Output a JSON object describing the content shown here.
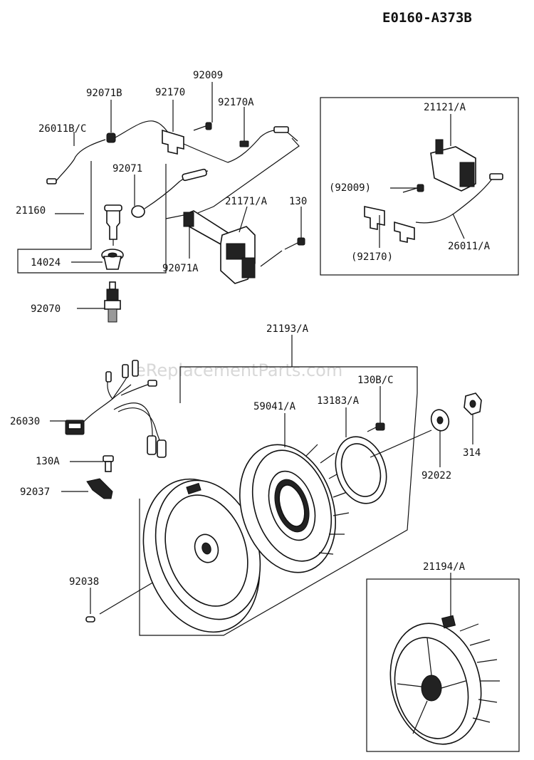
{
  "diagram_code": "E0160-A373B",
  "watermark": "eReplacementParts.com",
  "callouts": {
    "p92071B": "92071B",
    "p92009": "92009",
    "p92170": "92170",
    "p92170A": "92170A",
    "p26011BC": "26011B/C",
    "p92071": "92071",
    "p21160": "21160",
    "p21171A": "21171/A",
    "p130": "130",
    "p14024": "14024",
    "p92071A": "92071A",
    "p92070": "92070",
    "p21121A": "21121/A",
    "p92009b": "(92009)",
    "p92170b": "(92170)",
    "p26011A": "26011/A",
    "p21193A": "21193/A",
    "p26030": "26030",
    "p59041A": "59041/A",
    "p13183A": "13183/A",
    "p130BC": "130B/C",
    "p130A": "130A",
    "p92037": "92037",
    "p92022": "92022",
    "p314": "314",
    "p92038": "92038",
    "p21194A": "21194/A"
  }
}
